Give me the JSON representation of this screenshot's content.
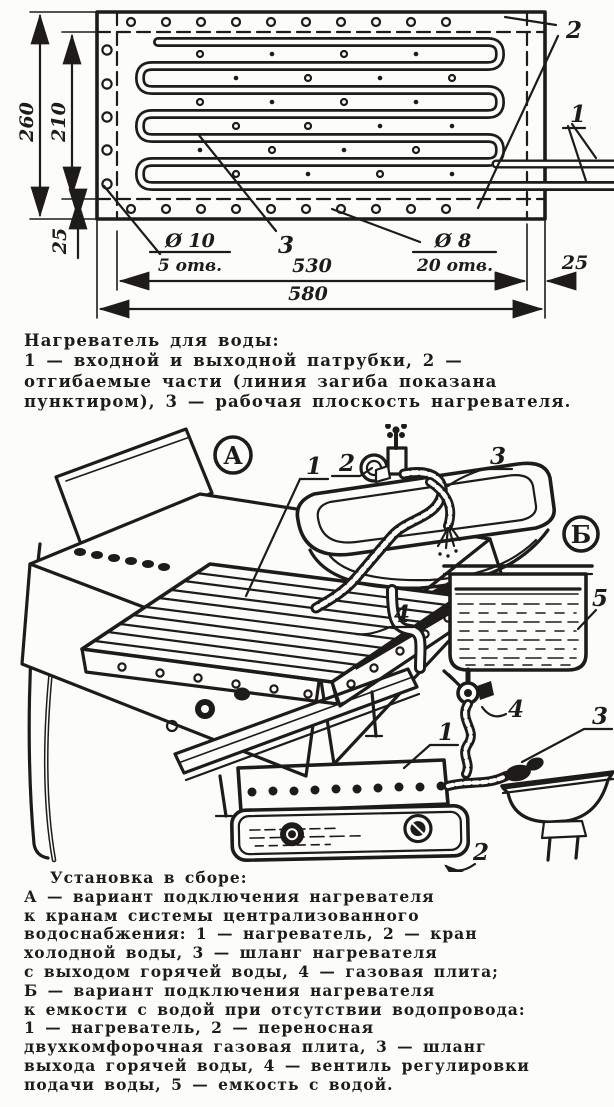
{
  "drawing": {
    "dim_overall_height": "260",
    "dim_inner_height": "210",
    "dim_flange_left": "25",
    "dim_flange_right": "25",
    "dim_inner_width": "530",
    "dim_overall_width": "580",
    "hole_large_diameter": "Ø 10",
    "hole_large_count": "5 отв.",
    "hole_small_diameter": "Ø 8",
    "hole_small_count": "20 отв.",
    "callout_pipes": "1",
    "callout_folds": "2",
    "callout_surface": "3"
  },
  "assembly": {
    "variant_a": "А",
    "variant_b": "Б",
    "a_heater": "1",
    "a_cold_tap": "2",
    "a_hose": "3",
    "a_gas_stove": "4",
    "b_heater": "1",
    "b_portable_stove": "2",
    "b_hose": "3",
    "b_valve": "4",
    "b_tank": "5"
  },
  "captions": {
    "heater": {
      "title": "Нагреватель для воды:",
      "lines": [
        "1 — входной и выходной патрубки, 2 —",
        "отгибаемые части (линия загиба показана",
        "пунктиром), 3 — рабочая плоскость нагревателя."
      ]
    },
    "assembly": {
      "title": "Установка в сборе:",
      "lines": [
        "А — вариант подключения нагревателя",
        "к кранам системы централизованного",
        "водоснабжения: 1 — нагреватель, 2 — кран",
        "холодной воды, 3 — шланг нагревателя",
        "с выходом горячей воды, 4 — газовая плита;",
        "Б — вариант подключения нагревателя",
        "к емкости с водой при отсутствии водопровода:",
        "1 — нагреватель, 2 — переносная",
        "двухкомфорочная газовая плита, 3 — шланг",
        "выхода горячей воды, 4 — вентиль регулировки",
        "подачи воды, 5 — емкость с водой."
      ]
    }
  }
}
